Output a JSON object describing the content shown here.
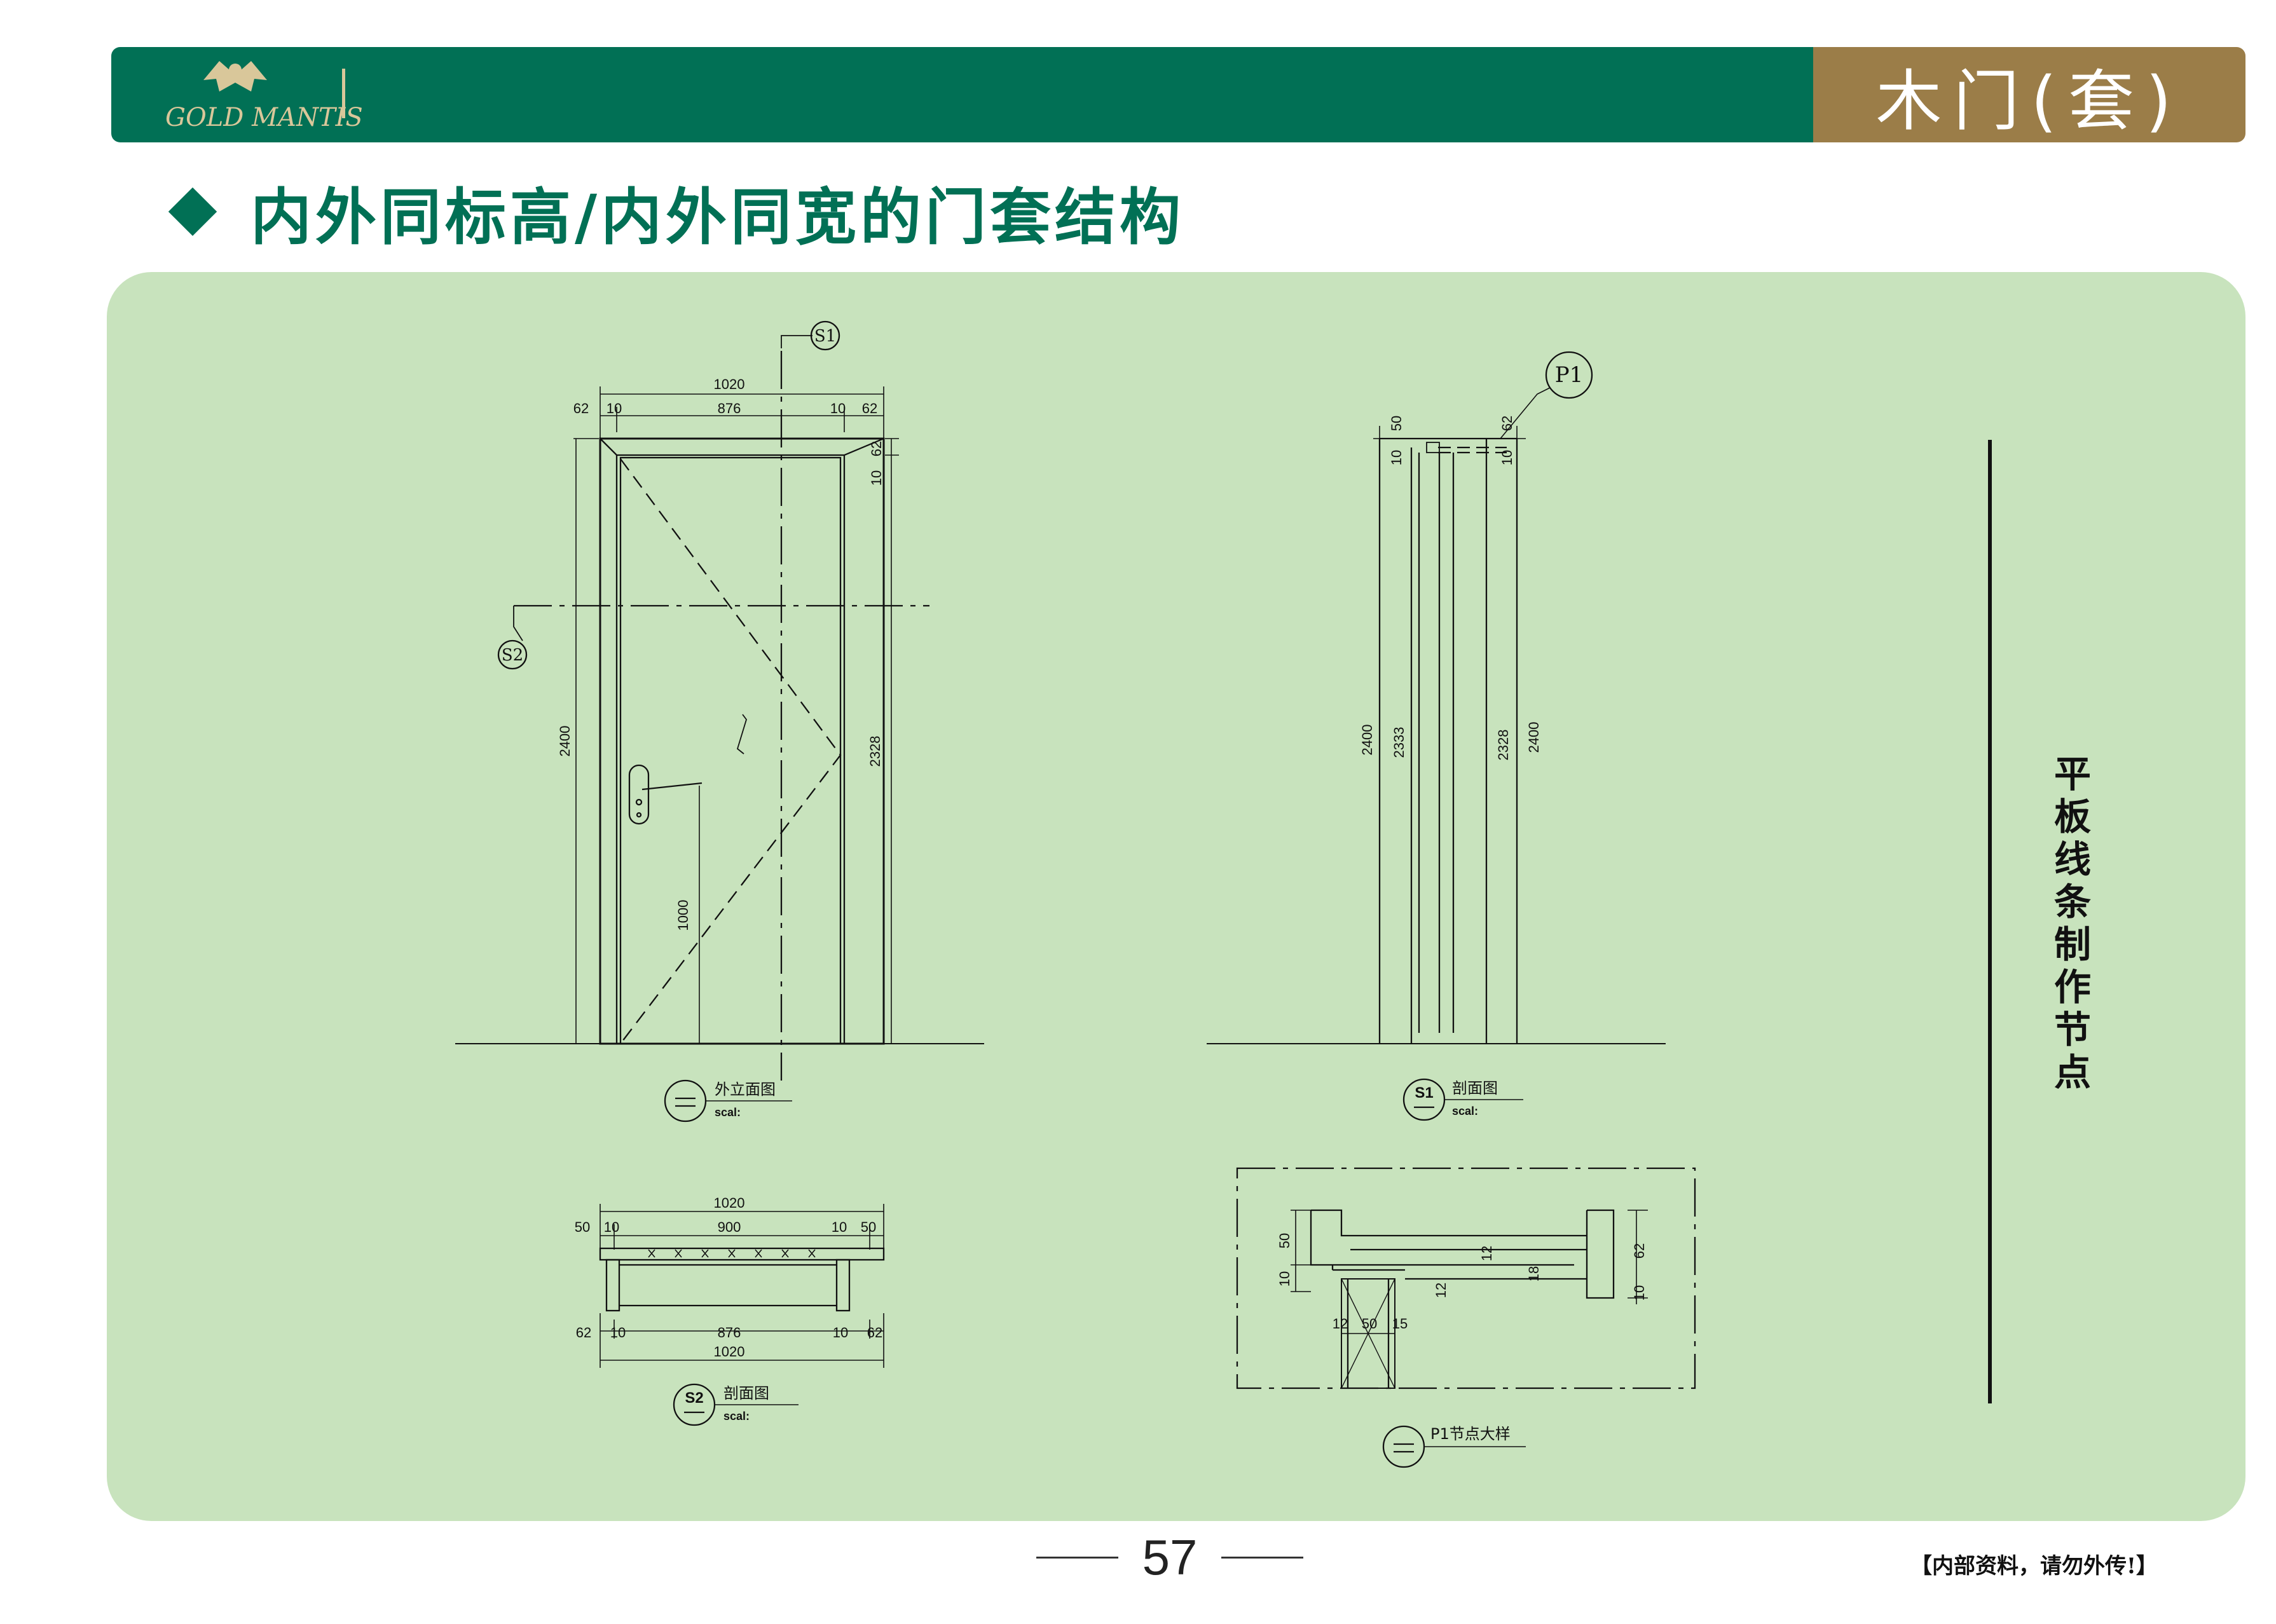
{
  "header": {
    "brand": "GOLD MANTIS",
    "category": "木门(套)"
  },
  "section_title": "内外同标高/内外同宽的门套结构",
  "side_caption": [
    "平",
    "板",
    "线",
    "条",
    "制",
    "作",
    "节",
    "点"
  ],
  "colors": {
    "header_green": "#017055",
    "header_gold": "#9b7d48",
    "panel_green": "#c8e3bd",
    "line": "#111111"
  },
  "elevation": {
    "section_markers": [
      "S1",
      "S2"
    ],
    "top_dims": {
      "overall": "1020",
      "jamb_left": "62",
      "gap_left": "10",
      "leaf": "876",
      "gap_right": "10",
      "jamb_right": "62"
    },
    "right_dims": [
      "62",
      "10",
      "2328"
    ],
    "left_dim": "2400",
    "handle_height": "1000",
    "caption": {
      "title": "外立面图",
      "scale": "scal:"
    }
  },
  "section_s1": {
    "detail_marker": "P1",
    "top_dims": [
      "10",
      "50",
      "62",
      "10"
    ],
    "heights": [
      "2400",
      "2333",
      "2328",
      "2400"
    ],
    "caption": {
      "tag": "S1",
      "title": "剖面图",
      "scale": "scal:"
    }
  },
  "section_s2": {
    "top_dims": {
      "overall": "1020",
      "jamb_left": "50",
      "gap_left": "10",
      "leaf": "900",
      "gap_right": "10",
      "jamb_right": "50"
    },
    "bottom_dims": {
      "jamb_left": "62",
      "gap_left": "10",
      "leaf": "876",
      "gap_right": "10",
      "jamb_right": "62",
      "overall": "1020"
    },
    "caption": {
      "tag": "S2",
      "title": "剖面图",
      "scale": "scal:"
    }
  },
  "detail_p1": {
    "dims": [
      "50",
      "10",
      "12",
      "18",
      "12",
      "62",
      "10",
      "12",
      "50",
      "15"
    ],
    "caption": {
      "title": "P1节点大样"
    }
  },
  "footer": {
    "page": "57",
    "notice": "【内部资料，请勿外传!】"
  }
}
